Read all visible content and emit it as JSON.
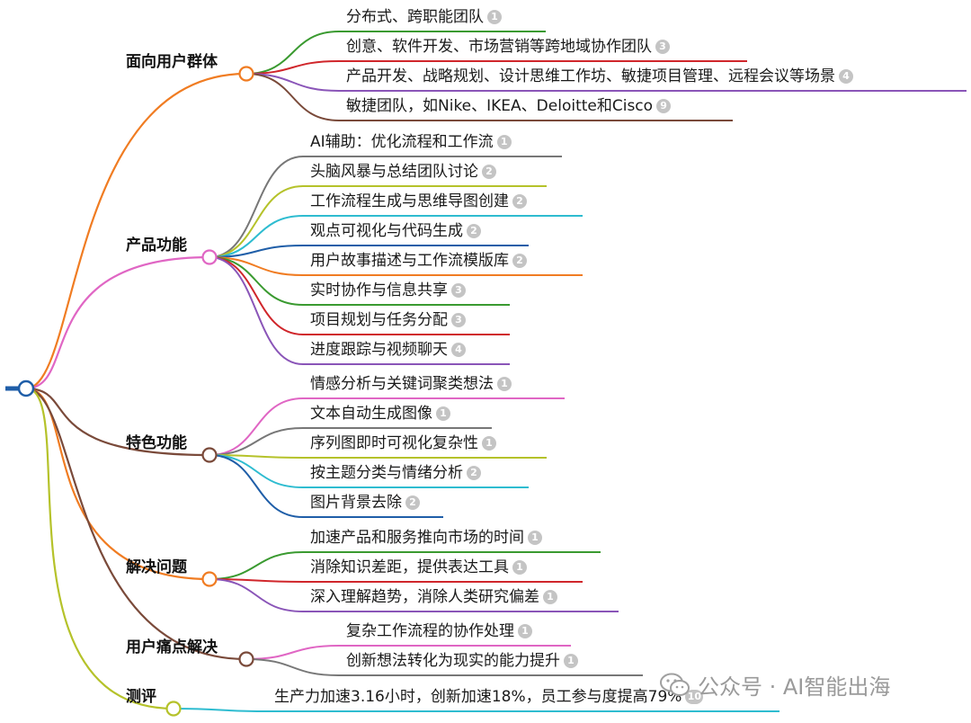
{
  "branches": [
    {
      "label": "面向用户群体",
      "color": "#f07c22",
      "items": [
        {
          "text": "分布式、跨职能团队",
          "badge": "1",
          "color": "#3a9a30"
        },
        {
          "text": "创意、软件开发、市场营销等跨地域协作团队",
          "badge": "3",
          "color": "#d0262b"
        },
        {
          "text": "产品开发、战略规划、设计思维工作坊、敏捷项目管理、远程会议等场景",
          "badge": "4",
          "color": "#8a55b8"
        },
        {
          "text": "敏捷团队，如Nike、IKEA、Deloitte和Cisco",
          "badge": "9",
          "color": "#7a4a3a"
        }
      ]
    },
    {
      "label": "产品功能",
      "color": "#e066c4",
      "items": [
        {
          "text": "AI辅助：优化流程和工作流",
          "badge": "1",
          "color": "#777777"
        },
        {
          "text": "头脑风暴与总结团队讨论",
          "badge": "2",
          "color": "#b5c22a"
        },
        {
          "text": "工作流程生成与思维导图创建",
          "badge": "2",
          "color": "#2ebcd0"
        },
        {
          "text": "观点可视化与代码生成",
          "badge": "2",
          "color": "#1f5ea8"
        },
        {
          "text": "用户故事描述与工作流模版库",
          "badge": "2",
          "color": "#f07c22"
        },
        {
          "text": "实时协作与信息共享",
          "badge": "3",
          "color": "#3a9a30"
        },
        {
          "text": "项目规划与任务分配",
          "badge": "3",
          "color": "#d0262b"
        },
        {
          "text": "进度跟踪与视频聊天",
          "badge": "4",
          "color": "#8a55b8"
        }
      ]
    },
    {
      "label": "特色功能",
      "color": "#7a4a3a",
      "items": [
        {
          "text": "情感分析与关键词聚类想法",
          "badge": "1",
          "color": "#e066c4"
        },
        {
          "text": "文本自动生成图像",
          "badge": "1",
          "color": "#777777"
        },
        {
          "text": "序列图即时可视化复杂性",
          "badge": "1",
          "color": "#b5c22a"
        },
        {
          "text": "按主题分类与情绪分析",
          "badge": "2",
          "color": "#2ebcd0"
        },
        {
          "text": "图片背景去除",
          "badge": "2",
          "color": "#1f5ea8"
        }
      ]
    },
    {
      "label": "解决问题",
      "color": "#f07c22",
      "items": [
        {
          "text": "加速产品和服务推向市场的时间",
          "badge": "1",
          "color": "#3a9a30"
        },
        {
          "text": "消除知识差距，提供表达工具",
          "badge": "1",
          "color": "#d0262b"
        },
        {
          "text": "深入理解趋势，消除人类研究偏差",
          "badge": "1",
          "color": "#8a55b8"
        }
      ]
    },
    {
      "label": "用户痛点解决",
      "color": "#7a4a3a",
      "items": [
        {
          "text": "复杂工作流程的协作处理",
          "badge": "1",
          "color": "#e066c4"
        },
        {
          "text": "创新想法转化为现实的能力提升",
          "badge": "1",
          "color": "#777777"
        }
      ]
    },
    {
      "label": "测评",
      "color": "#b5c22a",
      "items": [
        {
          "text": "生产力加速3.16小时，创新加速18%，员工参与度提高79%",
          "badge": "10",
          "color": "#2ebcd0"
        }
      ]
    }
  ],
  "watermark": {
    "text": "公众号 · AI智能出海",
    "icon": "wechat-icon"
  }
}
